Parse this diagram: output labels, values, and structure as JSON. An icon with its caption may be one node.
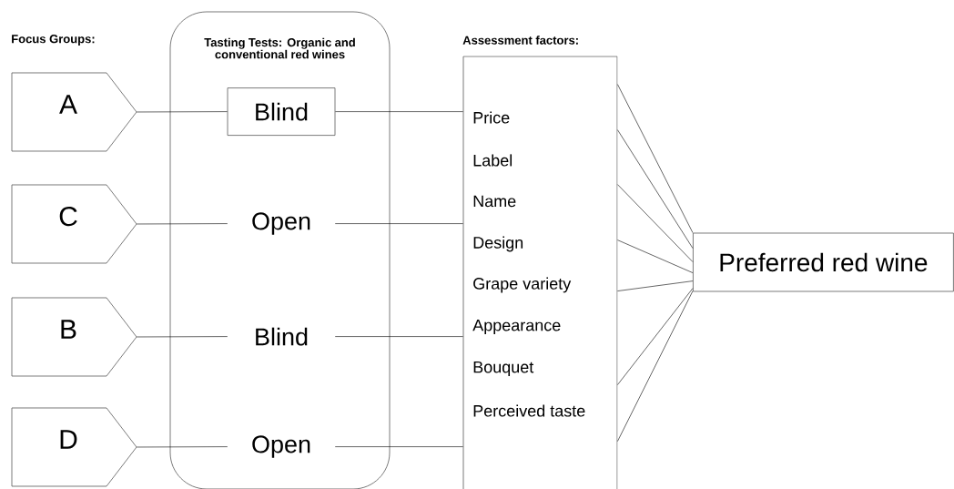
{
  "diagram": {
    "nodes": [
      {
        "text": [
          "A"
        ]
      },
      {
        "text": [
          "C"
        ]
      },
      {
        "text": [
          "B"
        ]
      },
      {
        "text": [
          "D"
        ]
      },
      {
        "text": [
          "Tasting Tests: Organic and conventional red wines"
        ]
      },
      {
        "text": [
          "Blind"
        ],
        "in": 4
      },
      {
        "text": [
          "Open"
        ],
        "in": 4
      },
      {
        "text": [
          "Blind"
        ],
        "in": 4
      },
      {
        "text": [
          "Open"
        ],
        "in": 4
      },
      {
        "text": [
          "Assessment factors:",
          "Price",
          "Label",
          "Name",
          "Design",
          "Grape variety",
          "Appearance",
          "Bouquet",
          "Perceived taste"
        ]
      },
      {
        "text": [
          "Preferred red wine"
        ]
      }
    ],
    "edges": [
      {
        "from": 0,
        "to": 5,
        "arrow": "none"
      },
      {
        "from": 5,
        "to": 9,
        "arrow": "none"
      },
      {
        "from": 1,
        "to": 6,
        "arrow": "none"
      },
      {
        "from": 6,
        "to": 9,
        "arrow": "none"
      },
      {
        "from": 2,
        "to": 7,
        "arrow": "none"
      },
      {
        "from": 7,
        "to": 9,
        "arrow": "none"
      },
      {
        "from": 3,
        "to": 8,
        "arrow": "none"
      },
      {
        "from": 8,
        "to": 9,
        "arrow": "none"
      },
      {
        "from": 9,
        "to": 10,
        "arrow": "none"
      },
      {
        "from": 9,
        "to": 10,
        "arrow": "none"
      },
      {
        "from": 9,
        "to": 10,
        "arrow": "none"
      },
      {
        "from": 9,
        "to": 10,
        "arrow": "none"
      },
      {
        "from": 9,
        "to": 10,
        "arrow": "none"
      },
      {
        "from": 9,
        "to": 10,
        "arrow": "none"
      },
      {
        "from": 9,
        "to": 10,
        "arrow": "none"
      }
    ],
    "labels": [
      "Focus Groups:"
    ]
  }
}
